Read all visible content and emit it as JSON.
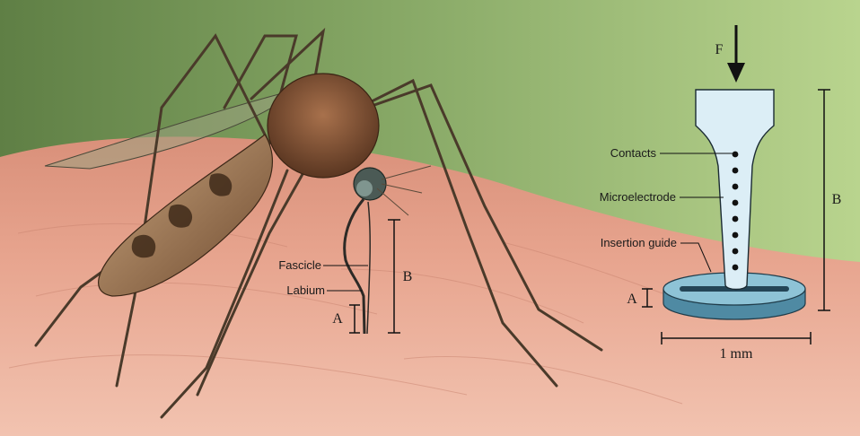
{
  "mosquito_labels": {
    "fascicle": "Fascicle",
    "labium": "Labium",
    "a": "A",
    "b": "B"
  },
  "electrode_labels": {
    "force": "F",
    "contacts": "Contacts",
    "microelectrode": "Microelectrode",
    "insertion_guide": "Insertion guide",
    "a": "A",
    "b": "B",
    "scale": "1 mm"
  },
  "colors": {
    "skin": "#e49b85",
    "background_green": "#8fb368",
    "electrode_fill": "#dceef6",
    "guide_top": "#8ec3d6",
    "guide_side": "#4f8aa3",
    "ink": "#111111"
  },
  "icons": [
    "mosquito-illustration",
    "microelectrode-illustration",
    "force-arrow-icon"
  ]
}
